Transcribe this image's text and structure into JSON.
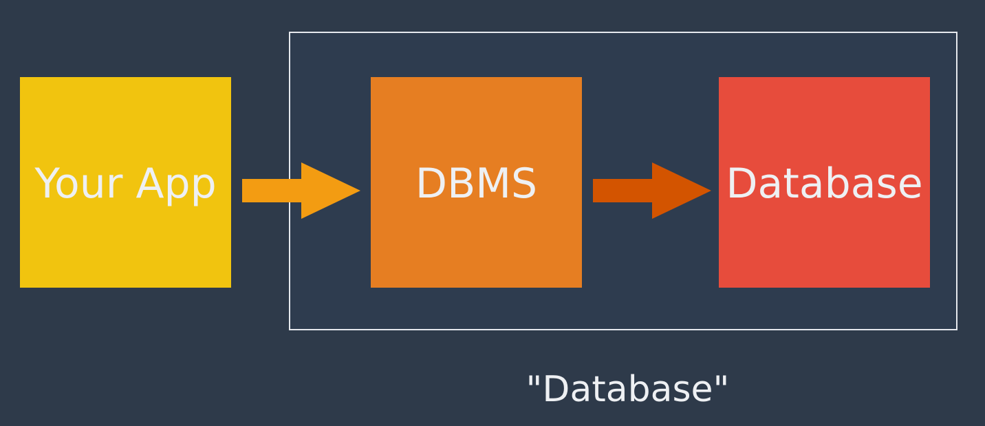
{
  "boxes": {
    "app": {
      "label": "Your App",
      "color": "#f1c40f"
    },
    "dbms": {
      "label": "DBMS",
      "color": "#e67e22"
    },
    "database": {
      "label": "Database",
      "color": "#e74c3c"
    }
  },
  "arrows": {
    "app_to_dbms": {
      "color": "#f39c12"
    },
    "dbms_to_database": {
      "color": "#d35400"
    }
  },
  "group": {
    "caption": "\"Database\"",
    "border_color": "#e6e9ee"
  },
  "background_color": "#2e3a4a"
}
